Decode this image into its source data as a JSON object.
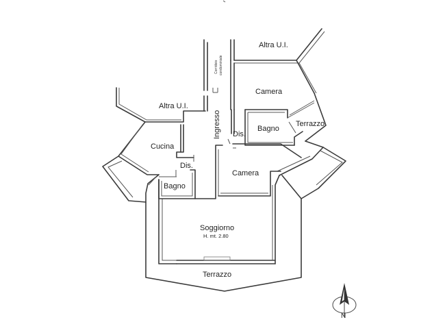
{
  "rooms": {
    "altra_ui_left": "Altra U.I.",
    "altra_ui_right": "Altra U.I.",
    "camera_top": "Camera",
    "camera_mid": "Camera",
    "terrazzo_right": "Terrazzo",
    "bagno_right": "Bagno",
    "bagno_left": "Bagno",
    "dis_right": "Dis.",
    "dis_left": "Dis.",
    "ingresso": "Ingresso",
    "cucina": "Cucina",
    "soggiorno": "Soggiorno",
    "soggiorno_height": "H. mt. 2.80",
    "terrazzo_bottom": "Terrazzo",
    "corridoio_line1": "Corridoio",
    "corridoio_line2": "condominiale"
  },
  "compass": {
    "letter": "N"
  }
}
